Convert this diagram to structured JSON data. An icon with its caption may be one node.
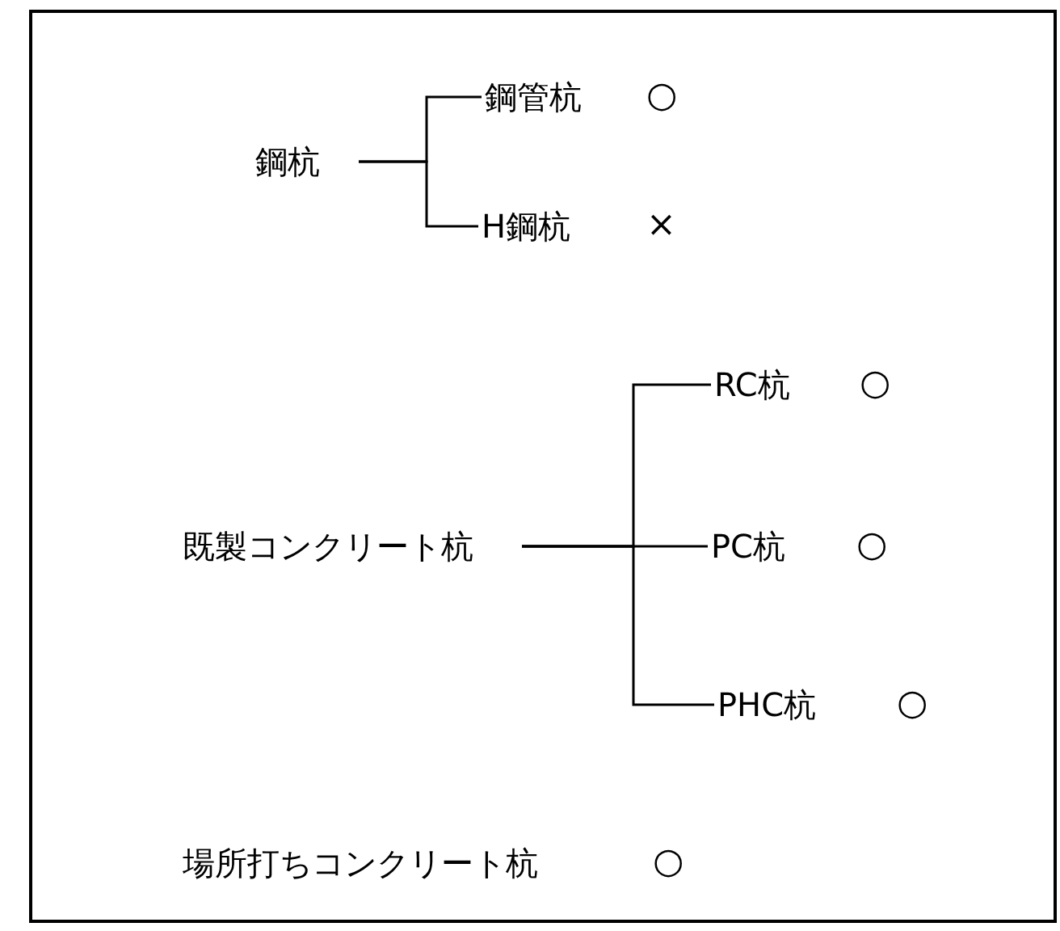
{
  "diagram": {
    "nodes": [
      {
        "text": [
          "鋼杭"
        ]
      },
      {
        "text": [
          "鋼管杭"
        ],
        "beside": [
          "○"
        ]
      },
      {
        "text": [
          "H鋼杭"
        ],
        "beside": [
          "×"
        ]
      },
      {
        "text": [
          "既製コンクリート杭"
        ]
      },
      {
        "text": [
          "RC杭"
        ],
        "beside": [
          "○"
        ]
      },
      {
        "text": [
          "PC杭"
        ],
        "beside": [
          "○"
        ]
      },
      {
        "text": [
          "PHC杭"
        ],
        "beside": [
          "○"
        ]
      },
      {
        "text": [
          "場所打ちコンクリート杭"
        ],
        "beside": [
          "○"
        ]
      }
    ],
    "edges": [
      {
        "from": 0,
        "to": 1,
        "arrow": "none"
      },
      {
        "from": 0,
        "to": 2,
        "arrow": "none"
      },
      {
        "from": 3,
        "to": 4,
        "arrow": "none"
      },
      {
        "from": 3,
        "to": 5,
        "arrow": "none"
      },
      {
        "from": 3,
        "to": 6,
        "arrow": "none"
      }
    ]
  }
}
